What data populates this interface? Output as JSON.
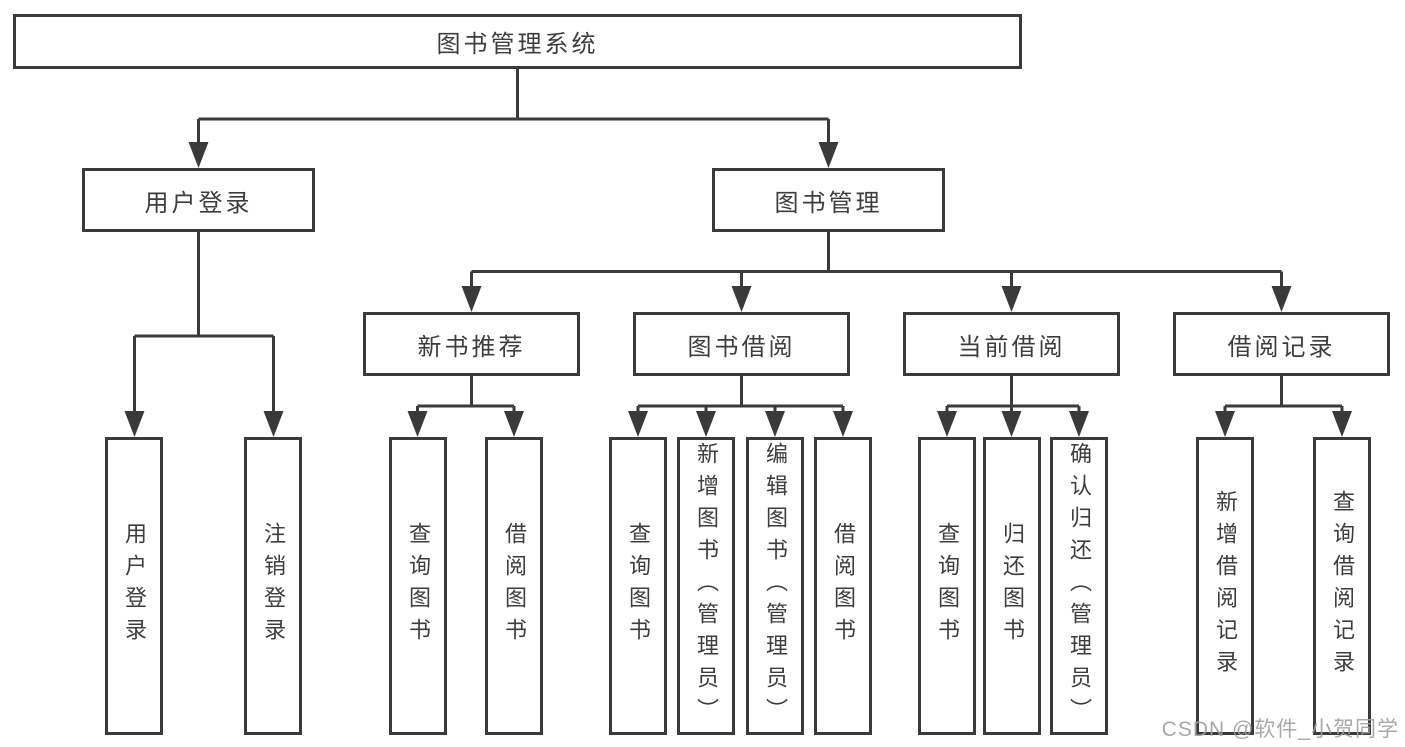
{
  "colors": {
    "line": "#3a3a3a",
    "text": "#3d3d3d",
    "box_fill": "#ffffff",
    "watermark": "#9e9e9e"
  },
  "nodes": {
    "root": {
      "label": "图书管理系统"
    },
    "user_login": {
      "label": "用户登录"
    },
    "book_mgmt": {
      "label": "图书管理"
    },
    "new_book_rec": {
      "label": "新书推荐"
    },
    "book_borrow": {
      "label": "图书借阅"
    },
    "current_borrow": {
      "label": "当前借阅"
    },
    "borrow_records": {
      "label": "借阅记录"
    },
    "leaf_user_login": {
      "label": "用户登录"
    },
    "leaf_logout": {
      "label": "注销登录"
    },
    "leaf_query_books_1": {
      "label": "查询图书"
    },
    "leaf_borrow_books_1": {
      "label": "借阅图书"
    },
    "leaf_query_books_2": {
      "label": "查询图书"
    },
    "leaf_add_book": {
      "label": "新增图书（管理员）"
    },
    "leaf_edit_book": {
      "label": "编辑图书（管理员）"
    },
    "leaf_borrow_books_2": {
      "label": "借阅图书"
    },
    "leaf_query_books_3": {
      "label": "查询图书"
    },
    "leaf_return_book": {
      "label": "归还图书"
    },
    "leaf_confirm_return": {
      "label": "确认归还（管理员）"
    },
    "leaf_add_borrow_record": {
      "label": "新增借阅记录"
    },
    "leaf_query_borrow_record": {
      "label": "查询借阅记录"
    }
  },
  "watermark": {
    "text": "CSDN @软件_小贺同学"
  }
}
